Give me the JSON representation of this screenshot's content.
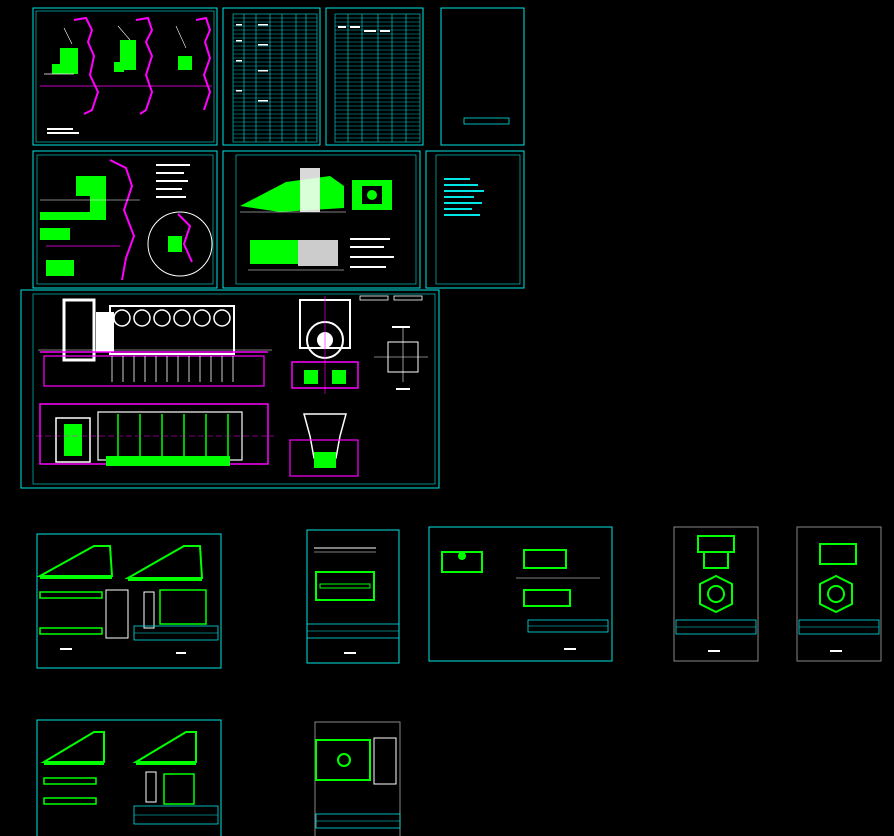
{
  "window": {
    "title": ""
  },
  "colors": {
    "background": "#000000",
    "frame": "#00e5e5",
    "geometry": "#00ff00",
    "detail": "#ffffff",
    "accent": "#ff00ff"
  },
  "sheets": [
    {
      "id": "s1",
      "kind": "machine-section-trio"
    },
    {
      "id": "s2",
      "kind": "parts-table"
    },
    {
      "id": "s3",
      "kind": "parts-table"
    },
    {
      "id": "s4",
      "kind": "blank-with-titleblock"
    },
    {
      "id": "s5",
      "kind": "assembly-detail"
    },
    {
      "id": "s6",
      "kind": "assembly-detail"
    },
    {
      "id": "s7",
      "kind": "notes"
    },
    {
      "id": "s8",
      "kind": "engine-general-arrangement"
    },
    {
      "id": "s9",
      "kind": "bracket-detail"
    },
    {
      "id": "s10",
      "kind": "plate-detail"
    },
    {
      "id": "s11",
      "kind": "block-detail"
    },
    {
      "id": "s12",
      "kind": "nut-detail"
    },
    {
      "id": "s13",
      "kind": "nut-detail"
    },
    {
      "id": "s14",
      "kind": "bracket-detail"
    },
    {
      "id": "s15",
      "kind": "plate-detail"
    }
  ]
}
